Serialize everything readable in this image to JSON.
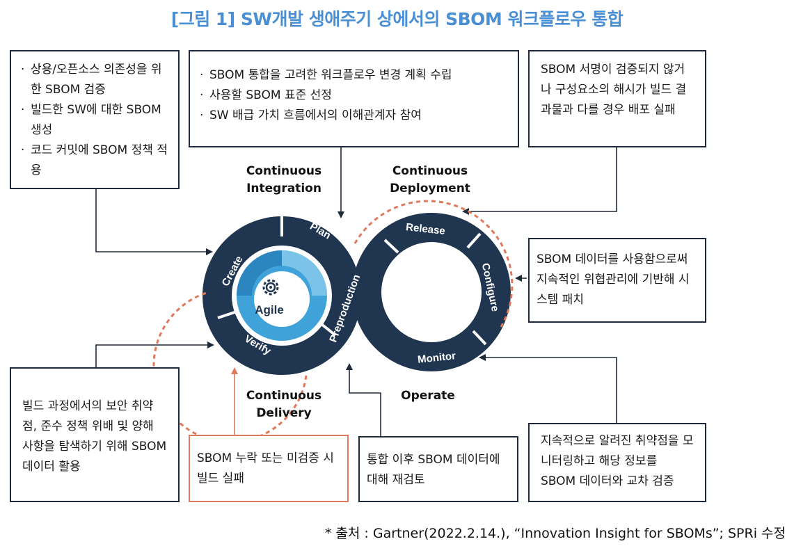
{
  "title": "[그림 1] SW개발 생애주기 상에서의 SBOM 워크플로우 통합",
  "boxes": {
    "create": [
      "상용/오픈소스 의존성을 위한 SBOM 검증",
      "빌드한 SW에 대한 SBOM 생성",
      "코드 커밋에 SBOM 정책 적용"
    ],
    "plan": [
      "SBOM 통합을 고려한 워크플로우 변경 계획 수립",
      "사용할 SBOM 표준 선정",
      "SW 배급 가치 흐름에서의 이해관계자 참여"
    ],
    "release": "SBOM 서명이 검증되지 않거나 구성요소의 해시가 빌드 결과물과 다를 경우 배포 실패",
    "configure": "SBOM 데이터를 사용함으로써 지속적인 위협관리에 기반해 시스템 패치",
    "verify": "빌드 과정에서의 보안 취약점, 준수 정책 위배 및 양해 사항을 탐색하기 위해 SBOM 데이터 활용",
    "delivery": "SBOM 누락 또는 미검증 시 빌드 실패",
    "preproduction": "통합 이후 SBOM 데이터에 대해 재검토",
    "monitor": "지속적으로 알려진 취약점을 모니터링하고 해당 정보를 SBOM 데이터와 교차 검증"
  },
  "stages": {
    "ci": [
      "Continuous",
      "Integration"
    ],
    "cd": [
      "Continuous",
      "Deployment"
    ],
    "delivery": [
      "Continuous",
      "Delivery"
    ],
    "operate": "Operate"
  },
  "loop": {
    "left_segments": [
      "Create",
      "Plan",
      "Verify"
    ],
    "center": "Agile",
    "right_segments": [
      "Release",
      "Configure",
      "Monitor"
    ],
    "bridge": "Preproduction"
  },
  "colors": {
    "title": "#4a8fd4",
    "loop": "#1f3550",
    "agile": "#3fa3d9",
    "accent": "#e07a5f"
  },
  "source": "* 출처 : Gartner(2022.2.14.), “Innovation Insight for SBOMs”; SPRi 수정"
}
